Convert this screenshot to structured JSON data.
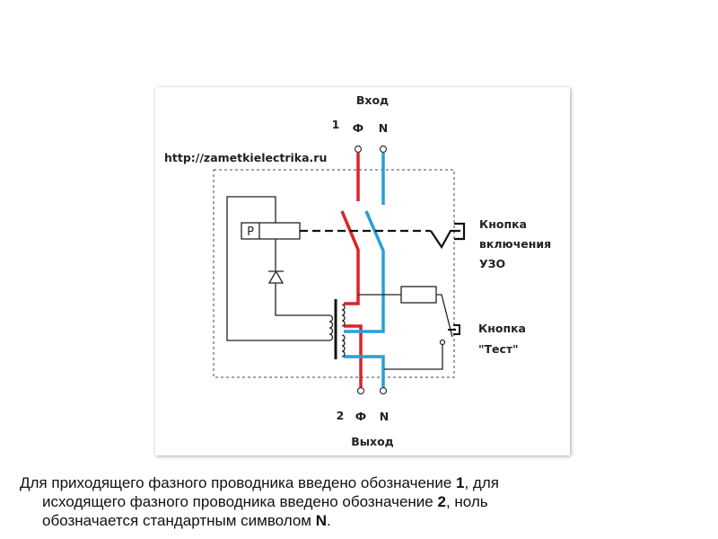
{
  "diagram": {
    "input_label": "Вход",
    "output_label": "Выход",
    "input_number": "1",
    "output_number": "2",
    "phase_symbol": "Ф",
    "neutral_symbol": "N",
    "watermark_url": "http://zametkielectrika.ru",
    "relay_label": "P",
    "on_button_lines": [
      "Кнопка",
      "включения",
      "УЗО"
    ],
    "test_button_lines": [
      "Кнопка",
      "\"Тест\""
    ],
    "colors": {
      "phase": "#d8232a",
      "neutral": "#2a9fd6"
    }
  },
  "caption": {
    "line1_a": "Для приходящего фазного проводника введено обозначение ",
    "line1_b": "1",
    "line1_c": ", для",
    "line2_a": "исходящего фазного проводника введено обозначение ",
    "line2_b": "2",
    "line2_c": ", ноль",
    "line3_a": "обозначается стандартным символом ",
    "line3_b": "N",
    "line3_c": "."
  }
}
